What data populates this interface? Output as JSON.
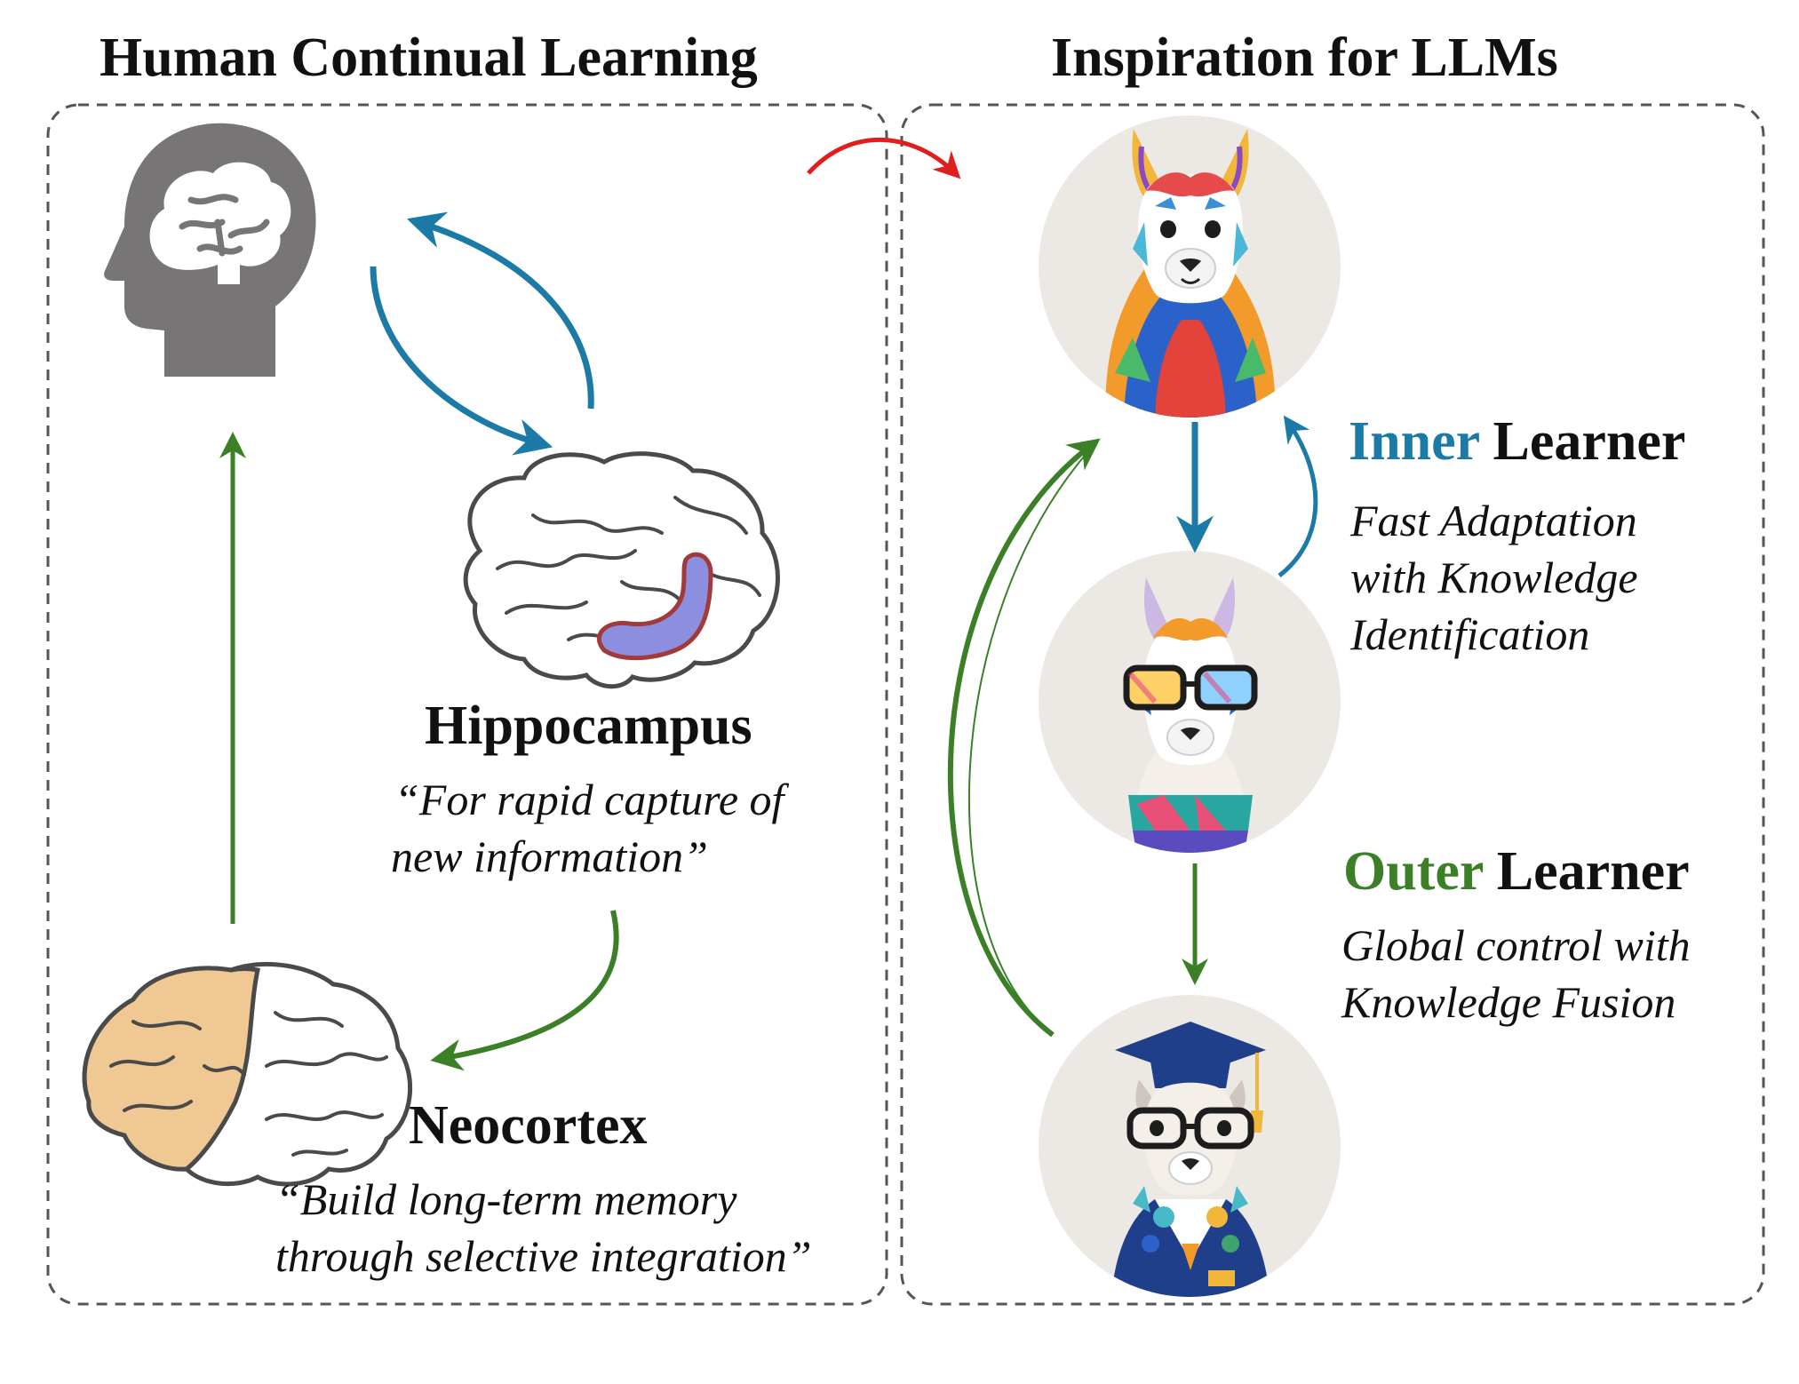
{
  "left_panel": {
    "title": "Human Continual Learning",
    "hippocampus": {
      "label": "Hippocampus",
      "quote_line1": "“For rapid capture of",
      "quote_line2": "new information”"
    },
    "neocortex": {
      "label": "Neocortex",
      "quote_line1": "“Build long-term memory",
      "quote_line2": "through selective integration”"
    }
  },
  "right_panel": {
    "title": "Inspiration for LLMs",
    "inner": {
      "keyword": "Inner",
      "word": " Learner",
      "desc_line1": "Fast Adaptation",
      "desc_line2": "with Knowledge",
      "desc_line3": "Identification"
    },
    "outer": {
      "keyword": "Outer",
      "word": " Learner",
      "desc_line1": "Global control with",
      "desc_line2": "Knowledge Fusion"
    }
  },
  "colors": {
    "blue_arrow": "#1b7aa6",
    "green_arrow": "#3b7f27",
    "red_arrow": "#e01e1e",
    "head": "#777575",
    "frontal_lobe": "#f0c894",
    "hippocampus_fill": "#8c8fe0",
    "hippocampus_stroke": "#a23a3a",
    "inner_keyword": "#1b7aa6",
    "outer_keyword": "#3b7f27"
  },
  "icons": [
    "head-brain-icon",
    "hippocampus-brain-icon",
    "neocortex-brain-icon",
    "llama-colorful-icon",
    "llama-glasses-icon",
    "llama-graduate-icon"
  ]
}
